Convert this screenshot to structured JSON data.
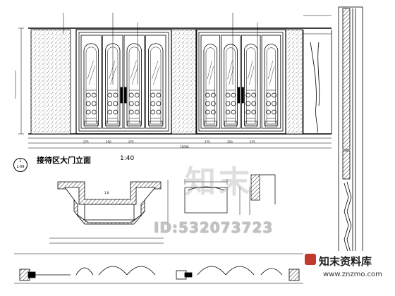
{
  "drawing": {
    "title": "接待区大门立面",
    "scale": "1:40",
    "ref_no": "L-09",
    "ref_top": "1"
  },
  "watermark": {
    "big": "知末",
    "id": "ID:532073723"
  },
  "logo": {
    "name": "知末资料库",
    "url": "www.znzmo.com"
  },
  "dimensions": {
    "bottom": [
      "275",
      "250",
      "275",
      "275",
      "250",
      "275"
    ],
    "total": "12000",
    "plan_center": "1.8"
  },
  "colors": {
    "line": "#000000",
    "watermark": "#9a9a9a",
    "brand": "#c0392b"
  }
}
